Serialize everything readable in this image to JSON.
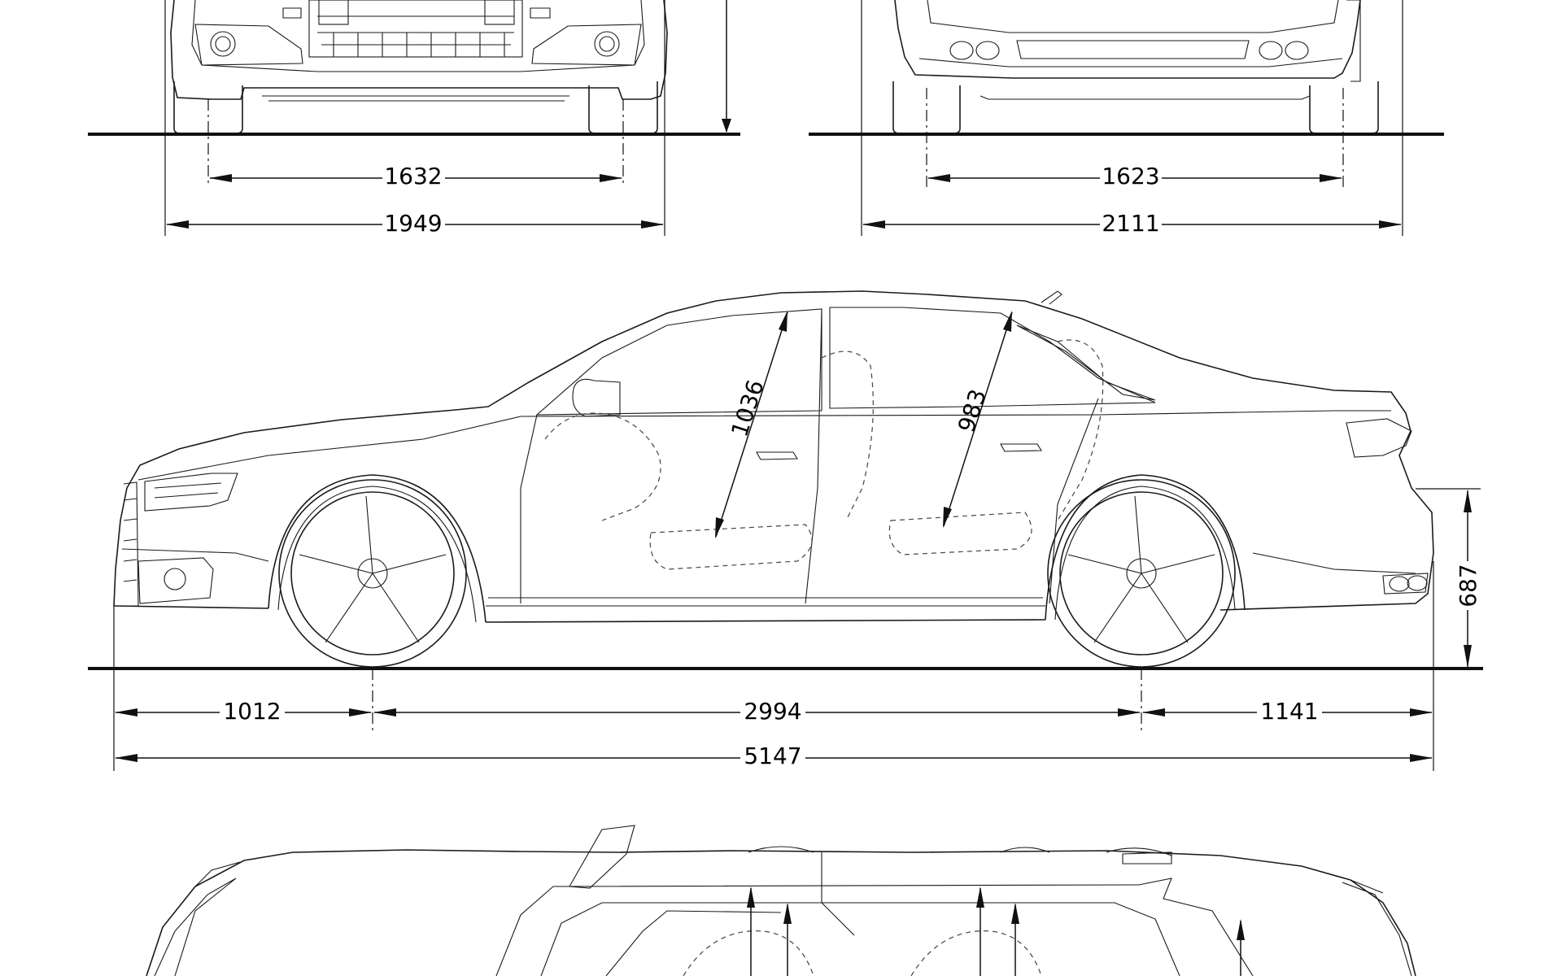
{
  "dimensions": {
    "front_track": "1632",
    "front_width": "1949",
    "rear_track": "1623",
    "rear_width_mirrors": "2111",
    "front_overhang": "1012",
    "wheelbase": "2994",
    "rear_overhang": "1141",
    "overall_length": "5147",
    "front_headroom": "1036",
    "rear_headroom": "983",
    "trunk_sill_height": "687"
  }
}
